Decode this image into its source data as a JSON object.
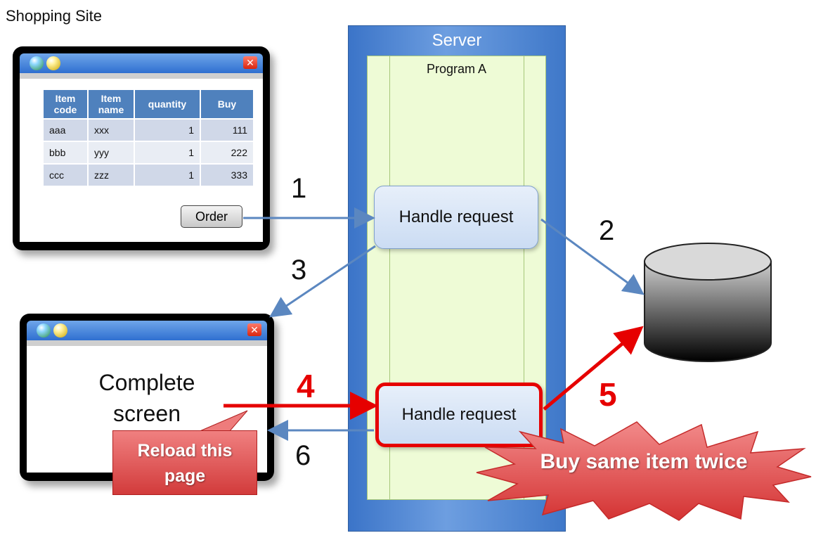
{
  "title": "Shopping Site",
  "server": {
    "label": "Server",
    "program_label": "Program A"
  },
  "handle_request_top": "Handle request",
  "handle_request_bottom": "Handle request",
  "order_window": {
    "table": {
      "headers": [
        "Item code",
        "Item name",
        "quantity",
        "Buy"
      ],
      "rows": [
        [
          "aaa",
          "xxx",
          "1",
          "111"
        ],
        [
          "bbb",
          "yyy",
          "1",
          "222"
        ],
        [
          "ccc",
          "zzz",
          "1",
          "333"
        ]
      ]
    },
    "order_button": "Order",
    "close_icon": "close-icon"
  },
  "complete_window": {
    "line1": "Complete",
    "line2": "screen"
  },
  "steps": {
    "s1": "1",
    "s2": "2",
    "s3": "3",
    "s4": "4",
    "s5": "5",
    "s6": "6"
  },
  "callout": {
    "line1": "Reload this",
    "line2": "page"
  },
  "burst": "Buy same item twice",
  "colors": {
    "alert_red": "#e60000",
    "arrow_blue": "#5b87c0",
    "table_header": "#4f81bd",
    "program_fill": "#eefbd6"
  }
}
